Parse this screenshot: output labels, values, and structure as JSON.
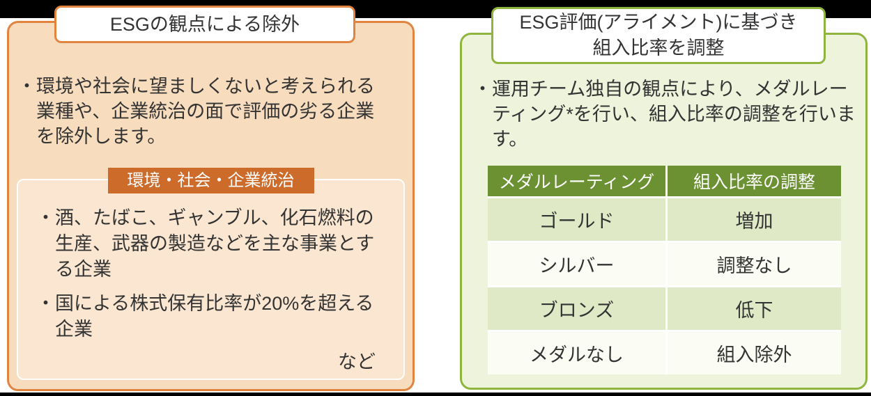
{
  "colors": {
    "page_bg": "#000000",
    "canvas_bg": "#ffffff",
    "text": "#333333",
    "orange_accent": "#e08440",
    "orange_fill": "#f8dcbe",
    "orange_inner_fill": "#fbe7d1",
    "badge_bg": "#cd6b2b",
    "green_accent": "#8fb53e",
    "green_fill": "#eef3dc",
    "table_header_bg": "#6b9132",
    "row_green": "#dfe9c5",
    "row_white": "#fbfcf4",
    "gridline": "#ffffff"
  },
  "left_panel": {
    "title": "ESGの観点による除外",
    "body": "・環境や社会に望ましくないと考えられる業種や、企業統治の面で評価の劣る企業を除外します。",
    "inner_box": {
      "badge": "環境・社会・企業統治",
      "items": [
        "・酒、たばこ、ギャンブル、化石燃料の生産、武器の製造などを主な事業とする企業",
        "・国による株式保有比率が20%を超える企業"
      ],
      "suffix": "など"
    }
  },
  "right_panel": {
    "title_line1": "ESG評価(アライメント)に基づき",
    "title_line2": "組入比率を調整",
    "body": "・運用チーム独自の観点により、メダルレーティング*を行い、組入比率の調整を行います。",
    "table": {
      "columns": [
        "メダルレーティング",
        "組入比率の調整"
      ],
      "rows": [
        {
          "rating": "ゴールド",
          "adjustment": "増加"
        },
        {
          "rating": "シルバー",
          "adjustment": "調整なし"
        },
        {
          "rating": "ブロンズ",
          "adjustment": "低下"
        },
        {
          "rating": "メダルなし",
          "adjustment": "組入除外"
        }
      ]
    }
  }
}
